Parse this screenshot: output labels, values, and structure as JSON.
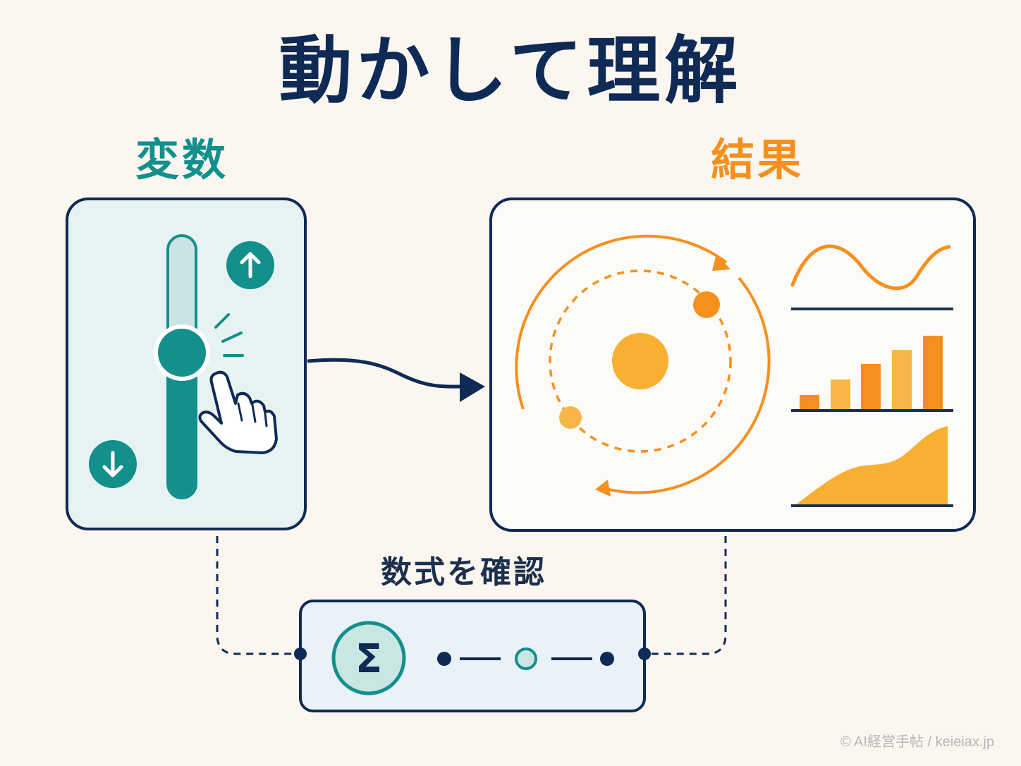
{
  "title": "動かして理解",
  "labels": {
    "variables": "変数",
    "results": "結果",
    "formula": "数式を確認"
  },
  "formula_symbol": "Σ",
  "credit": "© AI経営手帖 / keieiax.jp",
  "colors": {
    "navy": "#0f2a55",
    "teal": "#138f8c",
    "orange": "#f5901e",
    "light_orange": "#f8b648"
  },
  "icons": [
    "arrow-up-icon",
    "arrow-down-icon",
    "pointer-hand-icon",
    "sigma-icon"
  ]
}
